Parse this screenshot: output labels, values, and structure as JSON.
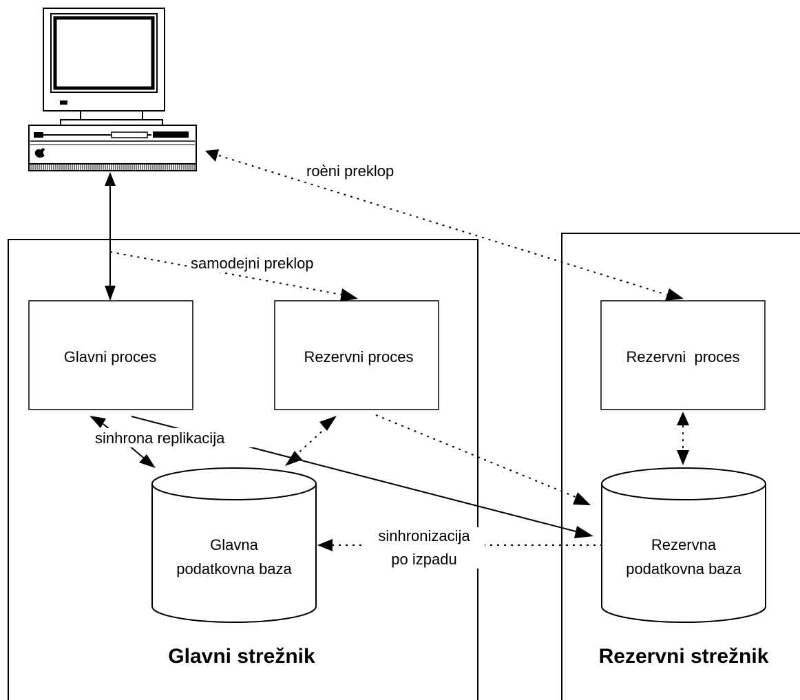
{
  "servers": {
    "primary": {
      "title": "Glavni strežnik"
    },
    "backup": {
      "title": "Rezervni strežnik"
    }
  },
  "processes": {
    "primary": "Glavni proces",
    "standby_local": "Rezervni proces",
    "standby_remote": "Rezervni  proces"
  },
  "databases": {
    "primary": {
      "line1": "Glavna",
      "line2": "podatkovna baza"
    },
    "backup": {
      "line1": "Rezervna",
      "line2": "podatkovna baza"
    }
  },
  "connections": {
    "manual_failover": "roèni preklop",
    "automatic_failover": "samodejni preklop",
    "sync_replication": "sinhrona replikacija",
    "failback_sync": {
      "line1": "sinhronizacija",
      "line2": "po izpadu"
    }
  },
  "icons": {
    "client": "desktop-computer-icon"
  },
  "colors": {
    "stroke": "#000000",
    "background": "#ffffff"
  }
}
